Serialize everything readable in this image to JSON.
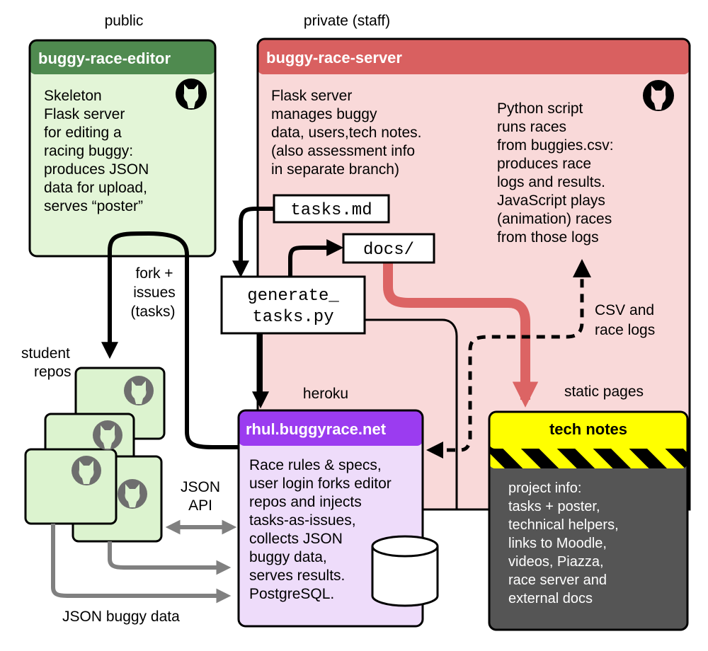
{
  "sections": {
    "public": "public",
    "private": "private (staff)",
    "heroku": "heroku",
    "static_pages": "static pages"
  },
  "editor": {
    "title": "buggy-race-editor",
    "lines": [
      "Skeleton",
      "Flask server",
      "for editing a",
      "racing buggy:",
      "produces JSON",
      "data for upload,",
      "serves “poster”"
    ]
  },
  "server": {
    "title": "buggy-race-server",
    "left_lines": [
      "Flask server",
      "manages buggy",
      "data, users,tech notes.",
      "(also assessment info",
      "in separate branch)"
    ],
    "right_lines": [
      "Python script",
      "runs races",
      "from buggies.csv:",
      "produces race",
      "logs and results.",
      "JavaScript plays",
      "(animation) races",
      "from those logs"
    ]
  },
  "files": {
    "tasks_md": "tasks.md",
    "docs": "docs/",
    "generate_1": "generate_",
    "generate_2": "tasks.py"
  },
  "labels": {
    "fork_issues": [
      "fork +",
      "issues",
      "(tasks)"
    ],
    "student_repos": [
      "student",
      "repos"
    ],
    "csv_logs": [
      "CSV and",
      "race logs"
    ],
    "json_api": [
      "JSON",
      "API"
    ],
    "json_buggy_data": "JSON buggy data"
  },
  "heroku_app": {
    "title": "rhul.buggyrace.net",
    "lines": [
      "Race rules & specs,",
      "user login forks editor",
      "repos and injects",
      "tasks-as-issues,",
      "collects JSON",
      "buggy data,",
      "serves results.",
      "PostgreSQL."
    ]
  },
  "tech_notes": {
    "title": "tech notes",
    "lines": [
      "project info:",
      "tasks + poster,",
      "technical helpers,",
      "links to Moodle,",
      "videos, Piazza,",
      "race server and",
      "external docs"
    ]
  },
  "colors": {
    "editor_header": "#4f8a4f",
    "editor_body": "#e3f5d7",
    "server_header": "#d96060",
    "server_body": "#f9d9d9",
    "student_repo": "#dcf3cf",
    "heroku_header": "#9b3cf0",
    "heroku_body": "#eedcfa",
    "tech_header": "#ffff00",
    "tech_body": "#555555",
    "docs_arrow": "#dc6464",
    "api_arrow": "#808080",
    "github_icon": "#6e6e6e"
  },
  "icons": [
    "github-icon",
    "database-icon"
  ]
}
